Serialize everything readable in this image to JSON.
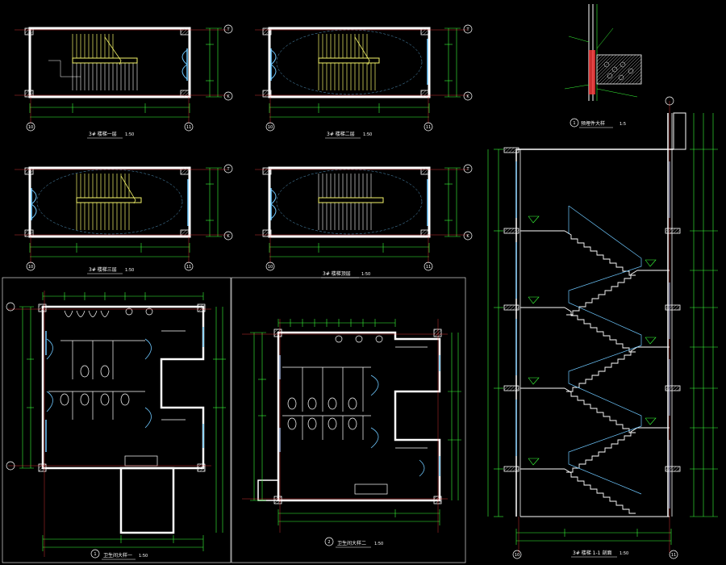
{
  "colors": {
    "background": "#000000",
    "wall": "#ffffff",
    "dim": "#39ff39",
    "axis": "#ff3b3b",
    "stair": "#f4f46a",
    "door": "#6ec8ff",
    "text": "#ffffff"
  },
  "plans": {
    "p1": {
      "title": "3# 楼梯一层",
      "scale": "1:50"
    },
    "p2": {
      "title": "3# 楼梯二层",
      "scale": "1:50"
    },
    "p3": {
      "title": "3# 楼梯三层",
      "scale": "1:50"
    },
    "p4": {
      "title": "3# 楼梯顶层",
      "scale": "1:50"
    }
  },
  "grid_labels": {
    "left": "10",
    "right": "11",
    "top": "T",
    "bottom": "K"
  },
  "detail": {
    "num": "1",
    "title": "预埋件大样",
    "scale": "1:5"
  },
  "section": {
    "title": "3# 楼梯 1-1 剖面",
    "scale": "1:50",
    "axis_left": "10",
    "axis_right": "11"
  },
  "toilet1": {
    "num": "1",
    "title": "卫生间大样一",
    "scale": "1:50"
  },
  "toilet2": {
    "num": "2",
    "title": "卫生间大样二",
    "scale": "1:50"
  }
}
